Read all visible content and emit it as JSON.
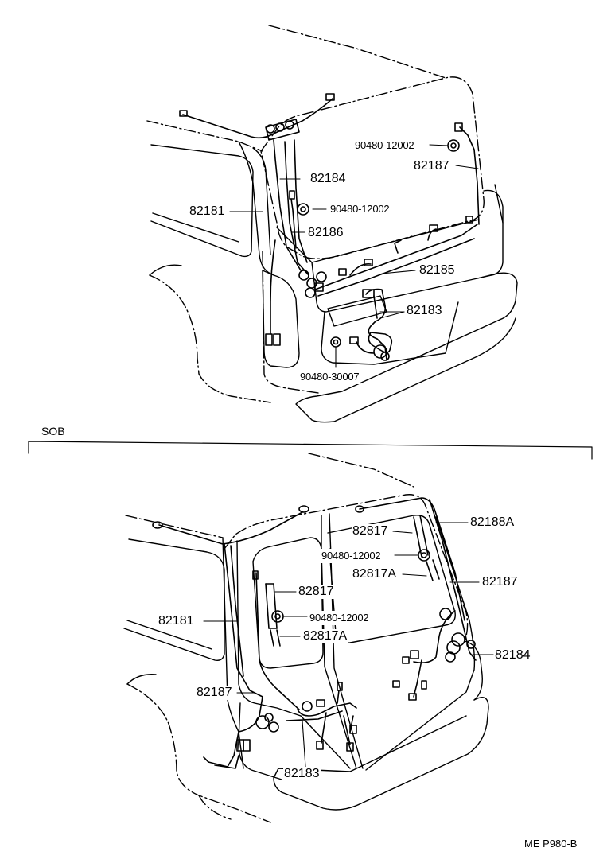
{
  "diagram": {
    "section_label": "SOB",
    "reference": "ME  P980-B",
    "top_labels": {
      "bolt_upper": "90480-12002",
      "p82187": "82187",
      "p82184": "82184",
      "p82181": "82181",
      "bolt_mid": "90480-12002",
      "p82186": "82186",
      "p82185": "82185",
      "p82183": "82183",
      "bolt_lower": "90480-30007"
    },
    "bottom_labels": {
      "p82188A": "82188A",
      "p82817_right": "82817",
      "bolt_right": "90480-12002",
      "p82817A_right": "82817A",
      "p82187_right": "82187",
      "p82817_left": "82817",
      "p82181": "82181",
      "bolt_left": "90480-12002",
      "p82817A_left": "82817A",
      "p82184": "82184",
      "p82187_left": "82187",
      "p82183": "82183"
    }
  }
}
